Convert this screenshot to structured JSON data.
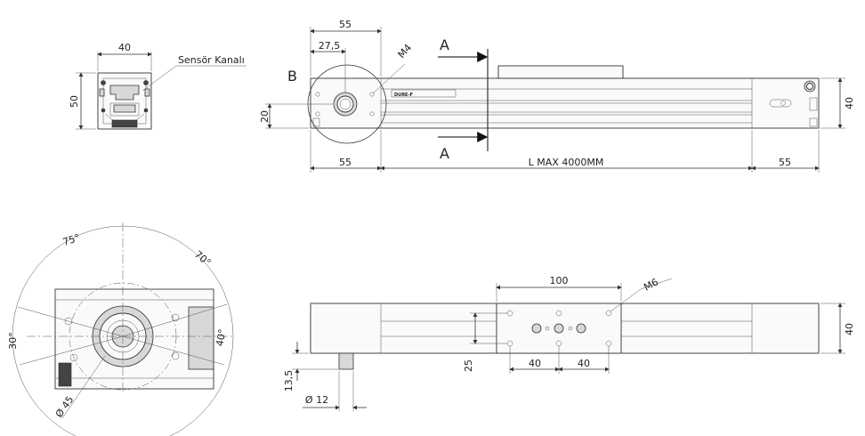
{
  "top_left_view": {
    "width_dim": "40",
    "height_dim": "50",
    "sensor_label": "Sensör Kanalı"
  },
  "top_right_view": {
    "dim_55_top": "55",
    "dim_27_5": "27,5",
    "thread_label": "M4",
    "detail_label": "B",
    "section_label_top": "A",
    "section_label_bottom": "A",
    "dim_20": "20",
    "dim_40_right": "40",
    "dim_55_left": "55",
    "length_label": "L MAX 4000MM",
    "dim_55_right": "55",
    "carriage_text": "DURE-F"
  },
  "bottom_left_view": {
    "angle_75": "75°",
    "angle_70": "70°",
    "angle_30": "30°",
    "angle_40": "40°",
    "diameter_45": "Ø 45"
  },
  "bottom_right_view": {
    "dim_100": "100",
    "thread_label": "M6",
    "dim_40_right": "40",
    "dim_25": "25",
    "dim_40_a": "40",
    "dim_40_b": "40",
    "dim_13_5": "13,5",
    "dim_d12": "Ø 12"
  }
}
